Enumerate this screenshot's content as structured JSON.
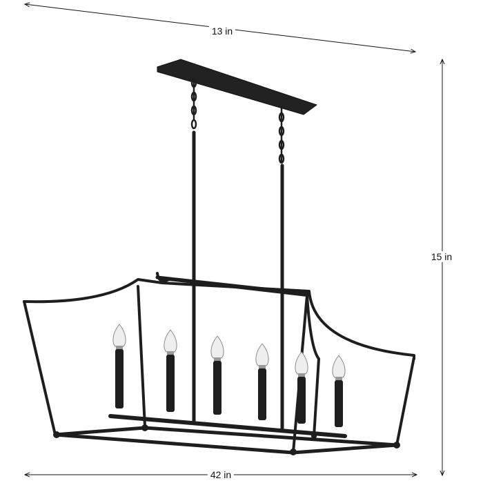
{
  "dimensions": {
    "width_top": "13 in",
    "height": "15 in",
    "length_bottom": "42 in"
  },
  "colors": {
    "fixture": "#1e1e1e",
    "bulb_glass": "#eeeeee",
    "dimension_line": "#111111"
  },
  "fixture": {
    "candle_count": 6
  }
}
